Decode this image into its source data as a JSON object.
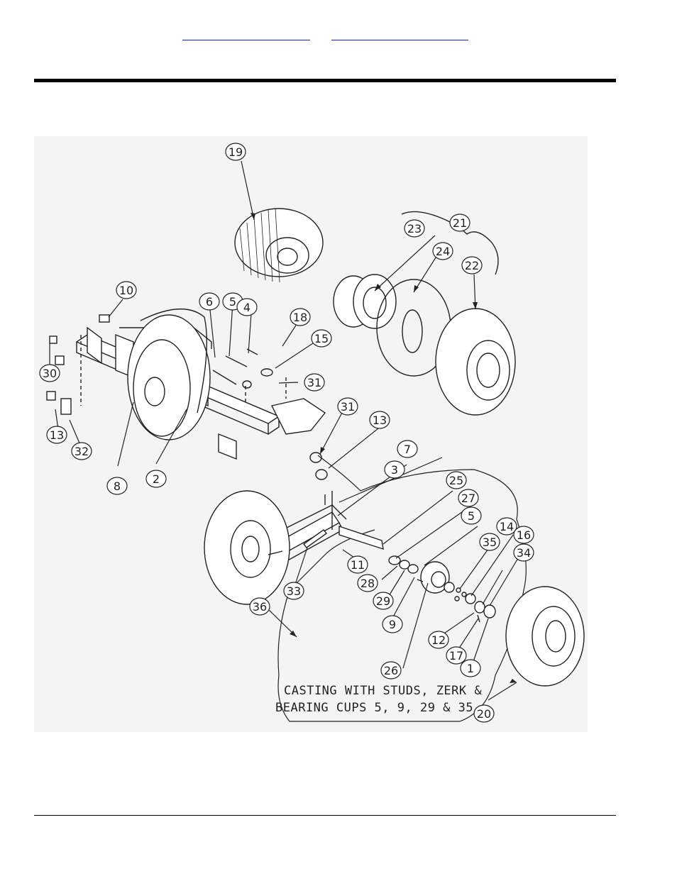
{
  "header": {
    "links": [
      {
        "label": ""
      },
      {
        "label": ""
      }
    ]
  },
  "diagram": {
    "callouts": [
      "19",
      "21",
      "23",
      "24",
      "22",
      "10",
      "6",
      "5",
      "4",
      "18",
      "15",
      "31",
      "30",
      "13",
      "32",
      "8",
      "2",
      "31",
      "13",
      "7",
      "3",
      "25",
      "27",
      "5",
      "35",
      "14",
      "34",
      "16",
      "12",
      "17",
      "1",
      "20",
      "11",
      "28",
      "29",
      "9",
      "26",
      "33",
      "36"
    ],
    "note_line1": "CASTING WITH STUDS, ZERK &",
    "note_line2": "BEARING CUPS 5, 9, 29 & 35"
  },
  "colors": {
    "link": "#1a1adb",
    "rule": "#000000",
    "line_art": "#222222"
  }
}
